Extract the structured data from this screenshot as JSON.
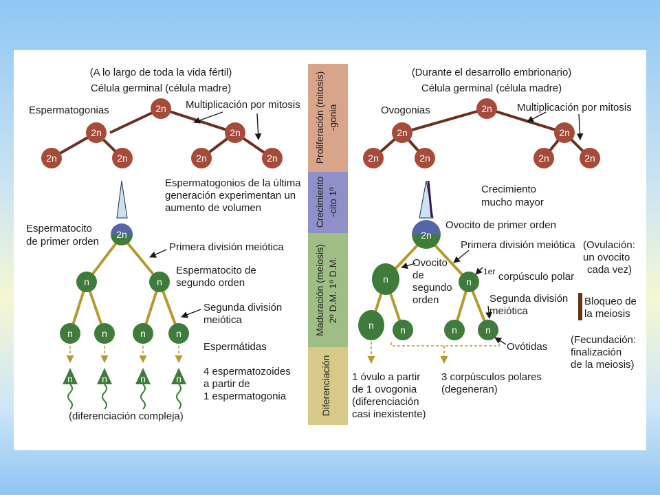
{
  "colors": {
    "cell_diploid": "#a64a3a",
    "cell_haploid": "#3f7b3a",
    "cell_top_blue": "#5566a8",
    "branch_top": "#6b2e21",
    "branch_bottom": "#b59a30",
    "band_proliferation": "#d9a58a",
    "band_growth": "#8f8fc9",
    "band_maturation": "#9fbe86",
    "band_differentiation": "#d6c98a",
    "block_bar": "#6a3413"
  },
  "bands": {
    "proliferation": [
      "Proliferación (mitosis)",
      "-gonia"
    ],
    "growth": [
      "Crecimiento",
      "-cito 1º"
    ],
    "maturation": [
      "Maduración (meiosis)",
      "2º D.M.  1º D.M."
    ],
    "differentiation": [
      "Diferenciación"
    ]
  },
  "cells": {
    "diploid": "2n",
    "haploid": "n"
  },
  "male": {
    "header_1": "(A lo largo de toda la vida fértil)",
    "header_2": "Célula germinal (célula madre)",
    "spermatogonia": "Espermatogonias",
    "mitosis": "Multiplicación por mitosis",
    "growth_1": "Espermatogonios de la última",
    "growth_2": "generación experimentan un",
    "growth_3": "aumento de volumen",
    "primary_1": "Espermatocito",
    "primary_2": "de primer orden",
    "first_division": "Primera división meiótica",
    "secondary_1": "Espermatocito de",
    "secondary_2": "segundo orden",
    "second_division_1": "Segunda división",
    "second_division_2": "meiótica",
    "spermatids": "Espermátidas",
    "result_1": "4 espermatozoides",
    "result_2": "a partir de",
    "result_3": "1 espermatogonia",
    "diff": "(diferenciación compleja)"
  },
  "female": {
    "header_1": "(Durante el desarrollo embrionario)",
    "header_2": "Célula germinal (célula madre)",
    "oogonia": "Ovogonias",
    "mitosis": "Multiplicación por mitosis",
    "growth_1": "Crecimiento",
    "growth_2": "mucho mayor",
    "primary": "Ovocito de primer orden",
    "first_division": "Primera división meiótica",
    "ovulation_1": "(Ovulación:",
    "ovulation_2": "un ovocito",
    "ovulation_3": "cada vez)",
    "secondary_1": "Ovocito",
    "secondary_2": "de",
    "secondary_3": "segundo",
    "secondary_4": "orden",
    "polar_body_sup": "1er",
    "polar_body": "corpúsculo polar",
    "second_division_1": "Segunda división",
    "second_division_2": "meiótica",
    "block_1": "Bloqueo de",
    "block_2": "la meiosis",
    "ootids": "Ovótidas",
    "fert_1": "(Fecundación:",
    "fert_2": "finalización",
    "fert_3": "de la meiosis)",
    "ovum_1": "1 óvulo a partir",
    "ovum_2": "de 1 ovogonia",
    "ovum_3": "(diferenciación",
    "ovum_4": "casi inexistente)",
    "polars_1": "3 corpúsculos polares",
    "polars_2": "(degeneran)"
  }
}
